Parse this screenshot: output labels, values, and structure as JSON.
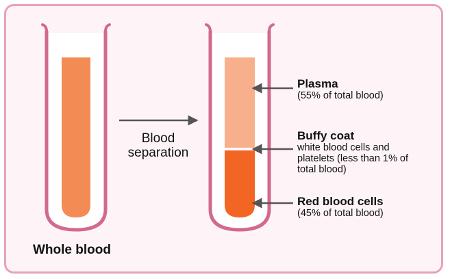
{
  "diagram": {
    "left_tube_label": "Whole blood",
    "process_label_line1": "Blood",
    "process_label_line2": "separation",
    "components": [
      {
        "title": "Plasma",
        "desc": [
          "(55% of total blood)"
        ]
      },
      {
        "title": "Buffy coat",
        "desc": [
          "white blood cells and",
          "platelets (less than 1% of",
          "total blood)"
        ]
      },
      {
        "title": "Red blood cells",
        "desc": [
          "(45% of total blood)"
        ]
      }
    ]
  },
  "colors": {
    "frame_border": "#e6a1bd",
    "frame_bg": "#fef4f8",
    "tube_outline": "#d2698f",
    "whole_blood": "#f38b55",
    "plasma": "#f7b08b",
    "buffy_coat": "#ffffff",
    "red_cells": "#f36523",
    "arrow": "#555555"
  }
}
